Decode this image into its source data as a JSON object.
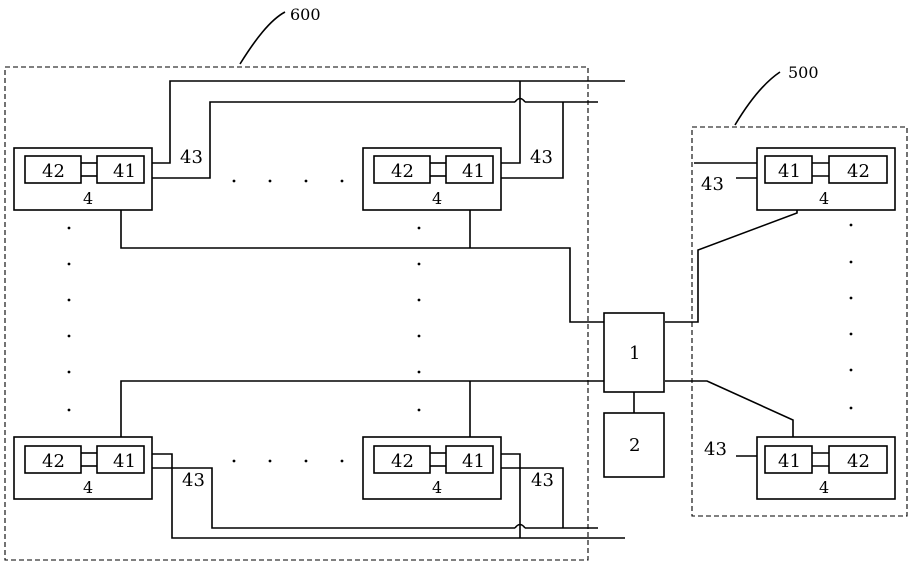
{
  "diagram": {
    "labels": {
      "group_600": "600",
      "group_500": "500",
      "controller": "1",
      "power": "2",
      "unit": "4",
      "part_a": "41",
      "part_b": "42",
      "line": "43"
    },
    "ellipsis": "·"
  }
}
